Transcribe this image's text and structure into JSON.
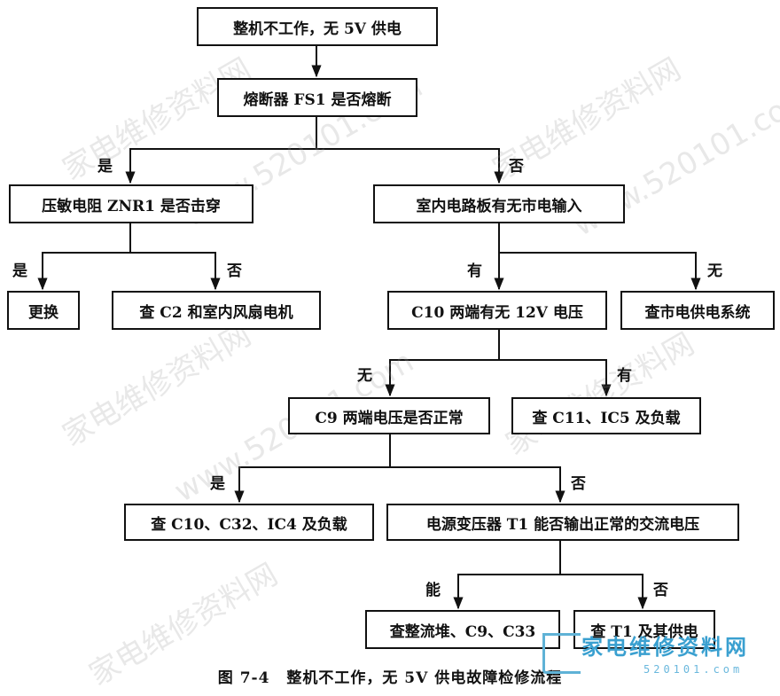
{
  "nodes": {
    "n1": "整机不工作，无 5V 供电",
    "n2": "熔断器 FS1 是否熔断",
    "n3": "压敏电阻 ZNR1 是否击穿",
    "n4": "室内电路板有无市电输入",
    "n5": "更换",
    "n6": "查 C2 和室内风扇电机",
    "n7": "C10 两端有无 12V 电压",
    "n8": "查市电供电系统",
    "n9": "C9 两端电压是否正常",
    "n10": "查 C11、IC5 及负载",
    "n11": "查 C10、C32、IC4 及负载",
    "n12": "电源变压器 T1 能否输出正常的交流电压",
    "n13": "查整流堆、C9、C33",
    "n14": "查 T1 及其供电"
  },
  "edge_labels": {
    "e_fs1_yes": "是",
    "e_fs1_no": "否",
    "e_znr_yes": "是",
    "e_znr_no": "否",
    "e_mains_yes": "有",
    "e_mains_no": "无",
    "e_c10_no": "无",
    "e_c10_yes": "有",
    "e_c9_yes": "是",
    "e_c9_no": "否",
    "e_t1_yes": "能",
    "e_t1_no": "否"
  },
  "caption": {
    "figure": "图 7-4",
    "title": "整机不工作，无 5V 供电故障检修流程"
  },
  "watermark": {
    "text_cn": "家电维修资料网",
    "text_url": "www.520101.com",
    "logo_title": "家电维修资料网",
    "logo_url": "520101.com"
  }
}
